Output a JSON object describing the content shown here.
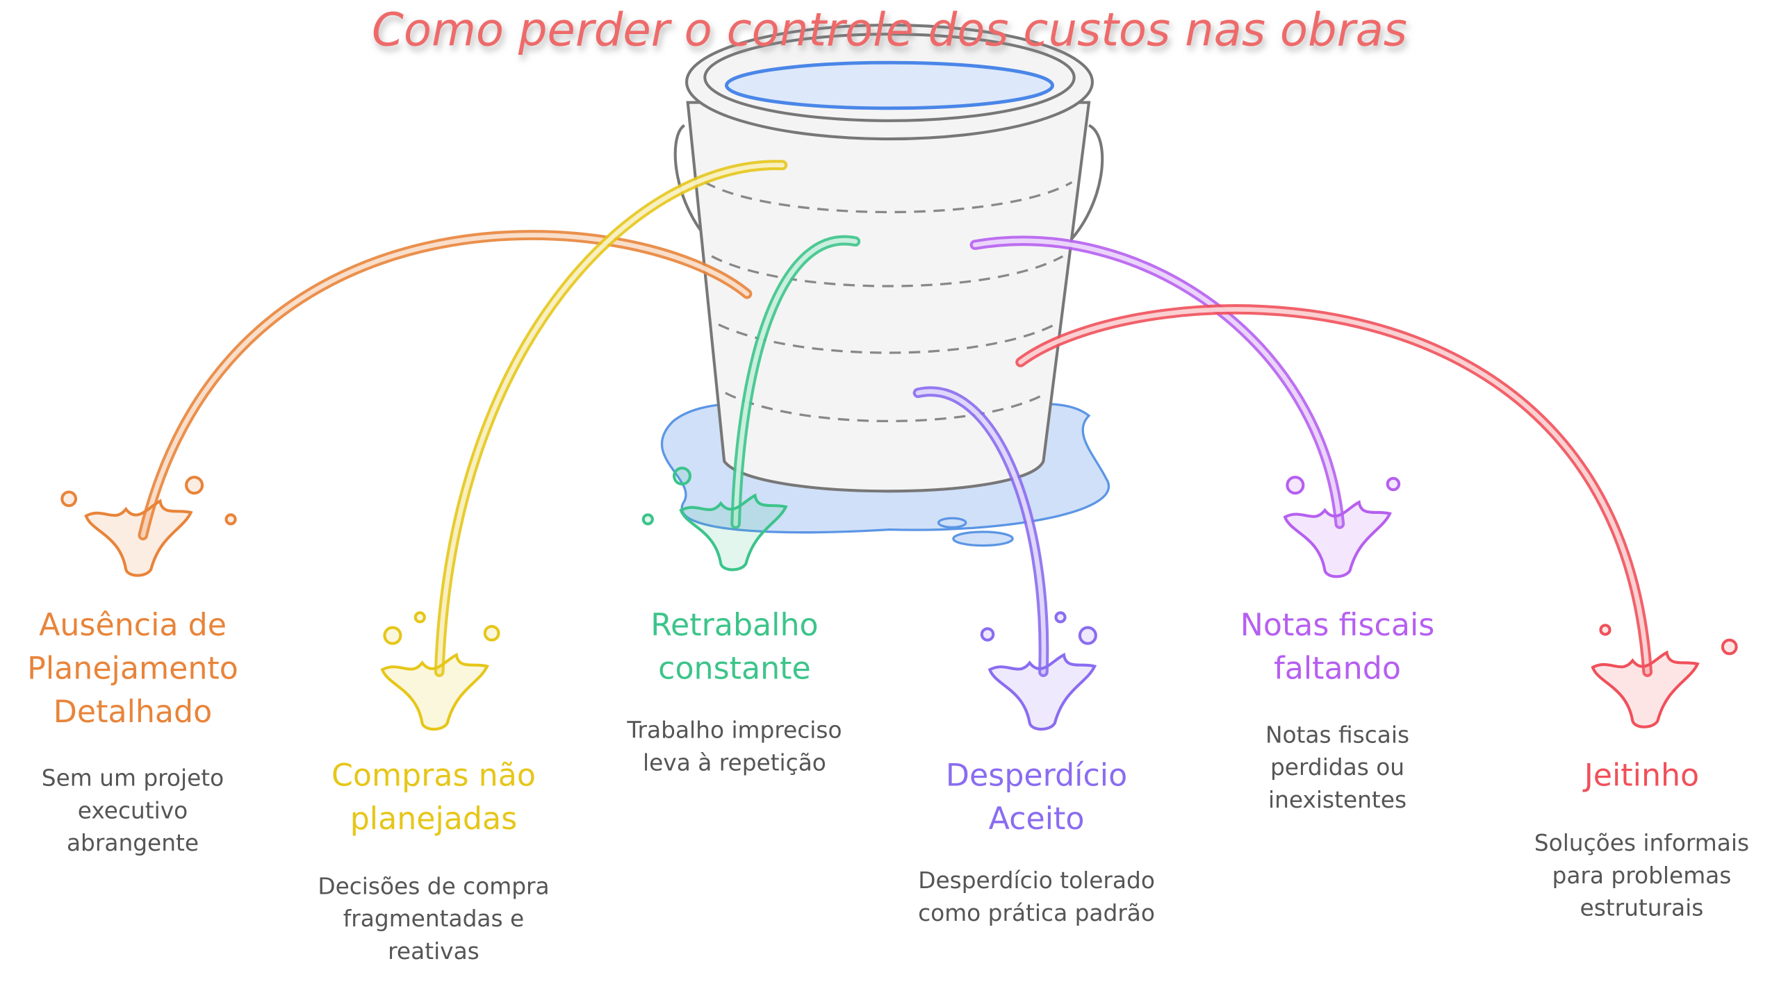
{
  "title": "Como perder o controle dos custos nas obras",
  "items": [
    {
      "heading": [
        "Ausência de",
        "Planejamento",
        "Detalhado"
      ],
      "desc": [
        "Sem um projeto",
        "executivo",
        "abrangente"
      ],
      "color": "#e8843a"
    },
    {
      "heading": [
        "Compras não",
        "planejadas"
      ],
      "desc": [
        "Decisões de compra",
        "fragmentadas e",
        "reativas"
      ],
      "color": "#e6c619"
    },
    {
      "heading": [
        "Retrabalho",
        "constante"
      ],
      "desc": [
        "Trabalho impreciso",
        "leva à repetição"
      ],
      "color": "#3cc48a"
    },
    {
      "heading": [
        "Desperdício",
        "Aceito"
      ],
      "desc": [
        "Desperdício tolerado",
        "como prática padrão"
      ],
      "color": "#8a6cf0"
    },
    {
      "heading": [
        "Notas fiscais",
        "faltando"
      ],
      "desc": [
        "Notas fiscais",
        "perdidas ou",
        "inexistentes"
      ],
      "color": "#b65ff0"
    },
    {
      "heading": [
        "Jeitinho"
      ],
      "desc": [
        "Soluções informais",
        "para problemas",
        "estruturais"
      ],
      "color": "#f0505a"
    }
  ]
}
